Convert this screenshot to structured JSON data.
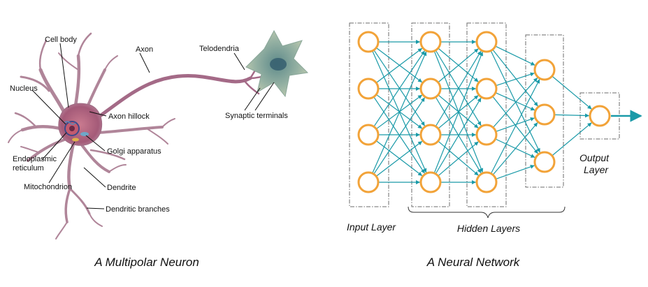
{
  "neuron": {
    "caption": "A Multipolar Neuron",
    "labels": {
      "cell_body": "Cell body",
      "axon": "Axon",
      "telodendria": "Telodendria",
      "nucleus": "Nucleus",
      "axon_hillock": "Axon hillock",
      "synaptic_terminals": "Synaptic terminals",
      "golgi_apparatus": "Golgi apparatus",
      "endoplasmic_reticulum_line1": "Endoplasmic",
      "endoplasmic_reticulum_line2": "reticulum",
      "dendrite": "Dendrite",
      "mitochondrion": "Mitochondrion",
      "dendritic_branches": "Dendritic branches"
    }
  },
  "network": {
    "caption": "A Neural Network",
    "input_layer": "Input Layer",
    "hidden_layers": "Hidden Layers",
    "output_layer_line1": "Output",
    "output_layer_line2": "Layer",
    "layer_sizes": [
      4,
      4,
      4,
      3,
      1
    ]
  },
  "colors": {
    "node_stroke": "#f2a339",
    "edge": "#1a9aa8",
    "dendrite_fill": "#b08599",
    "cell_body_fill": "#a85d7a",
    "terminal_fill": "#9fb6a8"
  }
}
